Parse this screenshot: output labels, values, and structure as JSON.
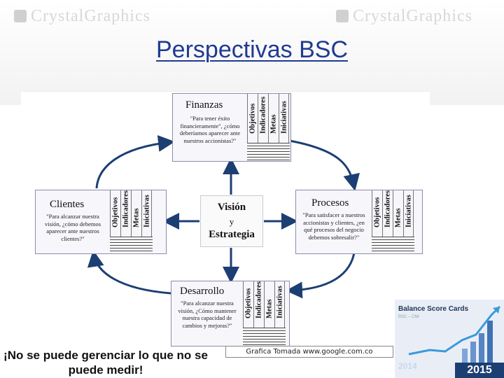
{
  "watermark": {
    "left": "CrystalGraphics",
    "right": "CrystalGraphics"
  },
  "title": "Perspectivas BSC",
  "diagram": {
    "column_labels": [
      "Objetivos",
      "Indicadores",
      "Metas",
      "Iniciativas"
    ],
    "finanzas": {
      "name": "Finanzas",
      "question": "\"Para tener éxito financieramente\", ¿cómo deberíamos aparecer ante nuestros accionistas?\""
    },
    "clientes": {
      "name": "Clientes",
      "question": "\"Para alcanzar nuestra visión, ¿cómo debemos aparecer ante nuestros clientes?\""
    },
    "procesos": {
      "name": "Procesos",
      "question": "\"Para satisfacer a nuestros accionistas y clientes, ¿en qué procesos del negocio debemos sobresalir?\""
    },
    "desarrollo": {
      "name": "Desarrollo",
      "question": "\"Para alcanzar nuestra visión, ¿Cómo mantener nuestra capacidad de cambios y mejoras?\""
    },
    "center": {
      "line1": "Visión",
      "line2": "y",
      "line3": "Estrategia"
    }
  },
  "motto": "¡No se puede gerenciar lo que no se puede medir!",
  "credit": "Grafica Tomada www.google.com.co",
  "thumbnail": {
    "title": "Balance Score Cards",
    "subtitle": "BSC – CMI",
    "year_old": "2014",
    "year_new": "2015"
  },
  "colors": {
    "title": "#1f3a93",
    "card_border": "#8b8bb0",
    "thumb_banner": "#1c3f73"
  }
}
